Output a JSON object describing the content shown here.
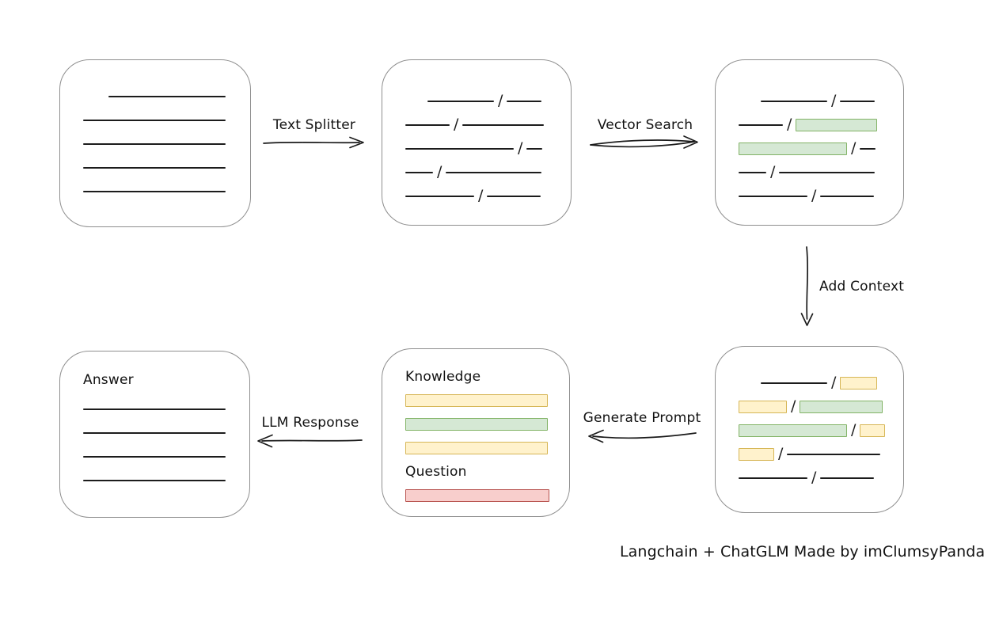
{
  "caption": "Langchain + ChatGLM Made by imClumsyPanda",
  "colors": {
    "green_fill": "#d5e8d4",
    "green_stroke": "#82b366",
    "yellow_fill": "#fff2cc",
    "yellow_stroke": "#d6b656",
    "red_fill": "#f8cecc",
    "red_stroke": "#b85450",
    "line": "#1c1c1c",
    "box_border": "#8f8f8f"
  },
  "arrows": [
    {
      "id": "text-splitter",
      "label": "Text Splitter"
    },
    {
      "id": "vector-search",
      "label": "Vector Search"
    },
    {
      "id": "add-context",
      "label": "Add Context"
    },
    {
      "id": "generate-prompt",
      "label": "Generate Prompt"
    },
    {
      "id": "llm-response",
      "label": "LLM Response"
    }
  ],
  "boxes": [
    {
      "id": "source-document",
      "rows": [
        {
          "ind": 32,
          "tokens": [
            {
              "t": "line",
              "w": 148
            }
          ]
        },
        {
          "tokens": [
            {
              "t": "line",
              "w": 180
            }
          ]
        },
        {
          "tokens": [
            {
              "t": "line",
              "w": 180
            }
          ]
        },
        {
          "tokens": [
            {
              "t": "line",
              "w": 180
            }
          ]
        },
        {
          "tokens": [
            {
              "t": "line",
              "w": 180
            }
          ]
        }
      ]
    },
    {
      "id": "split-chunks",
      "rows": [
        {
          "ind": 28,
          "tokens": [
            {
              "t": "line",
              "w": 84
            },
            {
              "t": "slash"
            },
            {
              "t": "line",
              "w": 44
            }
          ]
        },
        {
          "tokens": [
            {
              "t": "line",
              "w": 56
            },
            {
              "t": "slash"
            },
            {
              "t": "line",
              "w": 103
            }
          ]
        },
        {
          "tokens": [
            {
              "t": "line",
              "w": 137
            },
            {
              "t": "slash"
            },
            {
              "t": "line",
              "w": 20
            }
          ]
        },
        {
          "tokens": [
            {
              "t": "line",
              "w": 35
            },
            {
              "t": "slash"
            },
            {
              "t": "line",
              "w": 121
            }
          ]
        },
        {
          "tokens": [
            {
              "t": "line",
              "w": 87
            },
            {
              "t": "slash"
            },
            {
              "t": "line",
              "w": 68
            }
          ]
        }
      ]
    },
    {
      "id": "vector-matched-chunks",
      "rows": [
        {
          "ind": 28,
          "tokens": [
            {
              "t": "line",
              "w": 84
            },
            {
              "t": "slash"
            },
            {
              "t": "line",
              "w": 44
            }
          ]
        },
        {
          "tokens": [
            {
              "t": "line",
              "w": 56
            },
            {
              "t": "slash"
            },
            {
              "t": "chip",
              "c": "green",
              "w": 103
            }
          ]
        },
        {
          "tokens": [
            {
              "t": "chip",
              "c": "green",
              "w": 137
            },
            {
              "t": "slash"
            },
            {
              "t": "line",
              "w": 20
            }
          ]
        },
        {
          "tokens": [
            {
              "t": "line",
              "w": 35
            },
            {
              "t": "slash"
            },
            {
              "t": "line",
              "w": 121
            }
          ]
        },
        {
          "tokens": [
            {
              "t": "line",
              "w": 87
            },
            {
              "t": "slash"
            },
            {
              "t": "line",
              "w": 68
            }
          ]
        }
      ]
    },
    {
      "id": "context-chunks",
      "rows": [
        {
          "ind": 28,
          "tokens": [
            {
              "t": "line",
              "w": 84
            },
            {
              "t": "slash"
            },
            {
              "t": "chip",
              "c": "yellow",
              "w": 47
            }
          ]
        },
        {
          "tokens": [
            {
              "t": "chip",
              "c": "yellow",
              "w": 61
            },
            {
              "t": "slash"
            },
            {
              "t": "chip",
              "c": "green",
              "w": 105
            }
          ]
        },
        {
          "tokens": [
            {
              "t": "chip",
              "c": "green",
              "w": 137
            },
            {
              "t": "slash"
            },
            {
              "t": "chip",
              "c": "yellow",
              "w": 32
            }
          ]
        },
        {
          "tokens": [
            {
              "t": "chip",
              "c": "yellow",
              "w": 45
            },
            {
              "t": "slash"
            },
            {
              "t": "line",
              "w": 118
            }
          ]
        },
        {
          "tokens": [
            {
              "t": "line",
              "w": 87
            },
            {
              "t": "slash"
            },
            {
              "t": "line",
              "w": 68
            }
          ]
        }
      ]
    },
    {
      "id": "prompt",
      "rows": [
        {
          "tokens": [
            {
              "t": "text",
              "v": "Knowledge"
            }
          ]
        },
        {
          "tokens": [
            {
              "t": "chip",
              "c": "yellow",
              "w": 180
            }
          ]
        },
        {
          "tokens": [
            {
              "t": "chip",
              "c": "green",
              "w": 180
            }
          ]
        },
        {
          "tokens": [
            {
              "t": "chip",
              "c": "yellow",
              "w": 180
            }
          ]
        },
        {
          "tokens": [
            {
              "t": "text",
              "v": "Question"
            }
          ]
        },
        {
          "tokens": [
            {
              "t": "chip",
              "c": "red",
              "w": 182
            }
          ]
        }
      ]
    },
    {
      "id": "answer",
      "rows": [
        {
          "h": 44,
          "tokens": [
            {
              "t": "text",
              "v": "Answer"
            }
          ]
        },
        {
          "tokens": [
            {
              "t": "line",
              "w": 180
            }
          ]
        },
        {
          "tokens": [
            {
              "t": "line",
              "w": 180
            }
          ]
        },
        {
          "tokens": [
            {
              "t": "line",
              "w": 180
            }
          ]
        },
        {
          "tokens": [
            {
              "t": "line",
              "w": 180
            }
          ]
        }
      ]
    }
  ]
}
